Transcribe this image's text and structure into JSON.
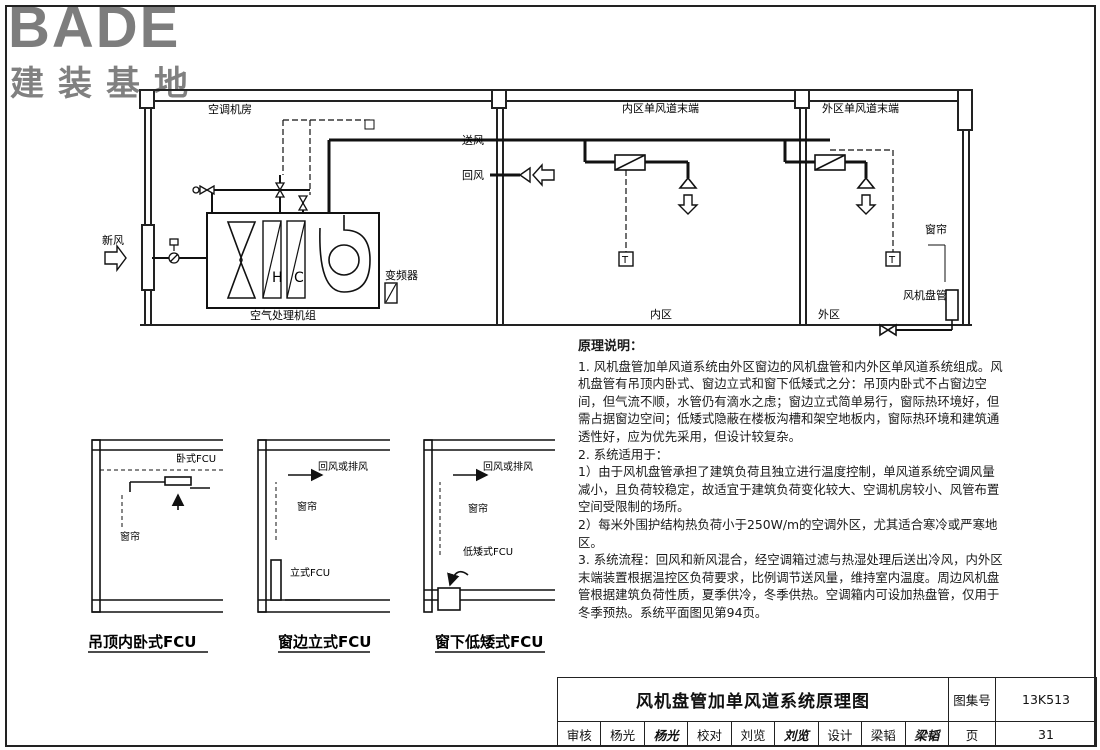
{
  "logo": {
    "brand": "BADE",
    "brand_sub": "建装基地"
  },
  "main_diagram": {
    "labels": {
      "machine_room": "空调机房",
      "supply_air": "送风",
      "return_air": "回风",
      "fresh_air": "新风",
      "ahu": "空气处理机组",
      "vfd": "变频器",
      "inner_zone_terminal": "内区单风道末端",
      "outer_zone_terminal": "外区单风道末端",
      "inner_zone": "内区",
      "outer_zone": "外区",
      "window": "窗帘",
      "fan_coil": "风机盘管",
      "coil_h": "H",
      "coil_c": "C",
      "thermostat": "T"
    }
  },
  "small_diagrams": [
    {
      "caption": "吊顶内卧式FCU",
      "labels": [
        "卧式FCU",
        "窗帘"
      ]
    },
    {
      "caption": "窗边立式FCU",
      "labels": [
        "回风或排风",
        "窗帘",
        "立式FCU"
      ]
    },
    {
      "caption": "窗下低矮式FCU",
      "labels": [
        "回风或排风",
        "窗帘",
        "低矮式FCU"
      ]
    }
  ],
  "notes": {
    "title": "原理说明：",
    "paragraphs": [
      "1. 风机盘管加单风道系统由外区窗边的风机盘管和内外区单风道系统组成。风机盘管有吊顶内卧式、窗边立式和窗下低矮式之分：吊顶内卧式不占窗边空间，但气流不顺，水管仍有滴水之虑；窗边立式简单易行，窗际热环境好，但需占据窗边空间；低矮式隐蔽在楼板沟槽和架空地板内，窗际热环境和建筑通透性好，应为优先采用，但设计较复杂。",
      "2. 系统适用于：",
      "1）由于风机盘管承担了建筑负荷且独立进行温度控制，单风道系统空调风量减小，且负荷较稳定，故适宜于建筑负荷变化较大、空调机房较小、风管布置空间受限制的场所。",
      "2）每米外围护结构热负荷小于250W/m的空调外区，尤其适合寒冷或严寒地区。",
      "3. 系统流程：回风和新风混合，经空调箱过滤与热湿处理后送出冷风，内外区末端装置根据温控区负荷要求，比例调节送风量，维持室内温度。周边风机盘管根据建筑负荷性质，夏季供冷，冬季供热。空调箱内可设加热盘管，仅用于冬季预热。系统平面图见第94页。"
    ]
  },
  "title_block": {
    "title": "风机盘管加单风道系统原理图",
    "atlas_label": "图集号",
    "atlas_no": "13K513",
    "review_label": "审核",
    "reviewer": "杨光",
    "reviewer_sig": "杨光",
    "check_label": "校对",
    "checker": "刘览",
    "checker_sig": "刘览",
    "design_label": "设计",
    "designer": "梁韬",
    "designer_sig": "梁韬",
    "page_label": "页",
    "page_no": "31"
  }
}
